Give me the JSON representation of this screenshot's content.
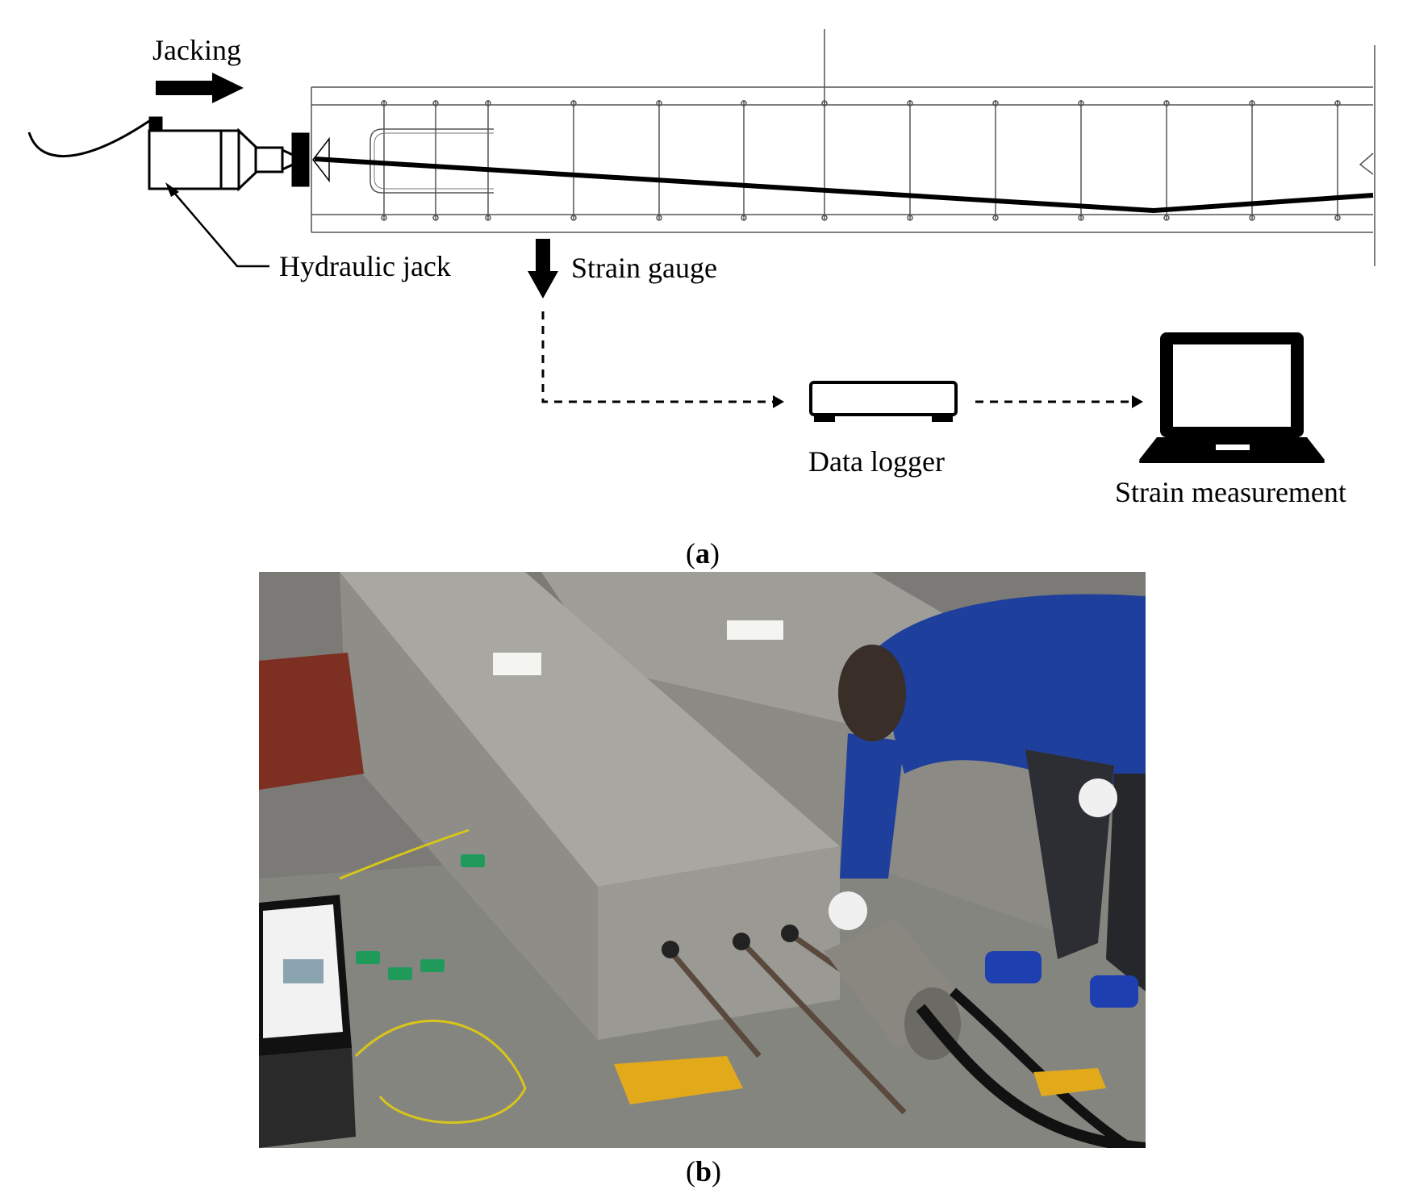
{
  "diagram": {
    "jacking_label": "Jacking",
    "jack_label": "Hydraulic jack",
    "gauge_label": "Strain gauge",
    "logger_label": "Data logger",
    "measurement_label": "Strain measurement"
  },
  "captions": {
    "a_open": "(",
    "a_letter": "a",
    "a_close": ")",
    "b_open": "(",
    "b_letter": "b",
    "b_close": ")"
  },
  "photo": {
    "laptop_screen_color": "#f2f2f2",
    "jacket_color": "#1f3f9c",
    "tag_color": "#1f9a5a"
  }
}
